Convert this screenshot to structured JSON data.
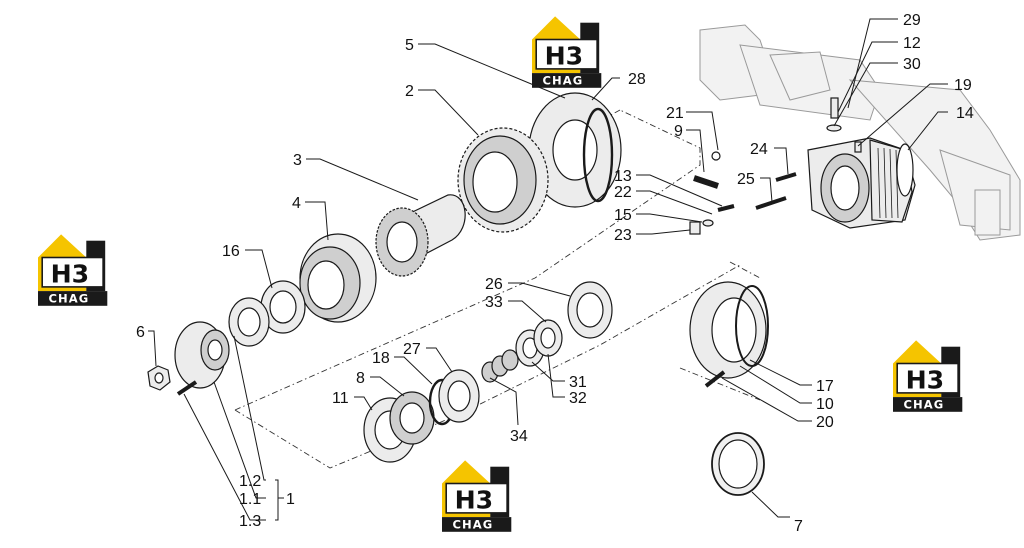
{
  "logo": {
    "mark": "H3",
    "sub": "CHAG",
    "accent": "#f5c400",
    "dark": "#1a1a1a"
  },
  "labels": {
    "p1": "1",
    "p1_1": "1.1",
    "p1_2": "1.2",
    "p1_3": "1.3",
    "p2": "2",
    "p3": "3",
    "p4": "4",
    "p5": "5",
    "p6": "6",
    "p7": "7",
    "p8": "8",
    "p9": "9",
    "p10": "10",
    "p11": "11",
    "p12": "12",
    "p13": "13",
    "p14": "14",
    "p15": "15",
    "p16": "16",
    "p17": "17",
    "p18": "18",
    "p19": "19",
    "p20": "20",
    "p21": "21",
    "p22": "22",
    "p23": "23",
    "p24": "24",
    "p25": "25",
    "p26": "26",
    "p27": "27",
    "p28": "28",
    "p29": "29",
    "p30": "30",
    "p31": "31",
    "p32": "32",
    "p33": "33",
    "p34": "34"
  }
}
